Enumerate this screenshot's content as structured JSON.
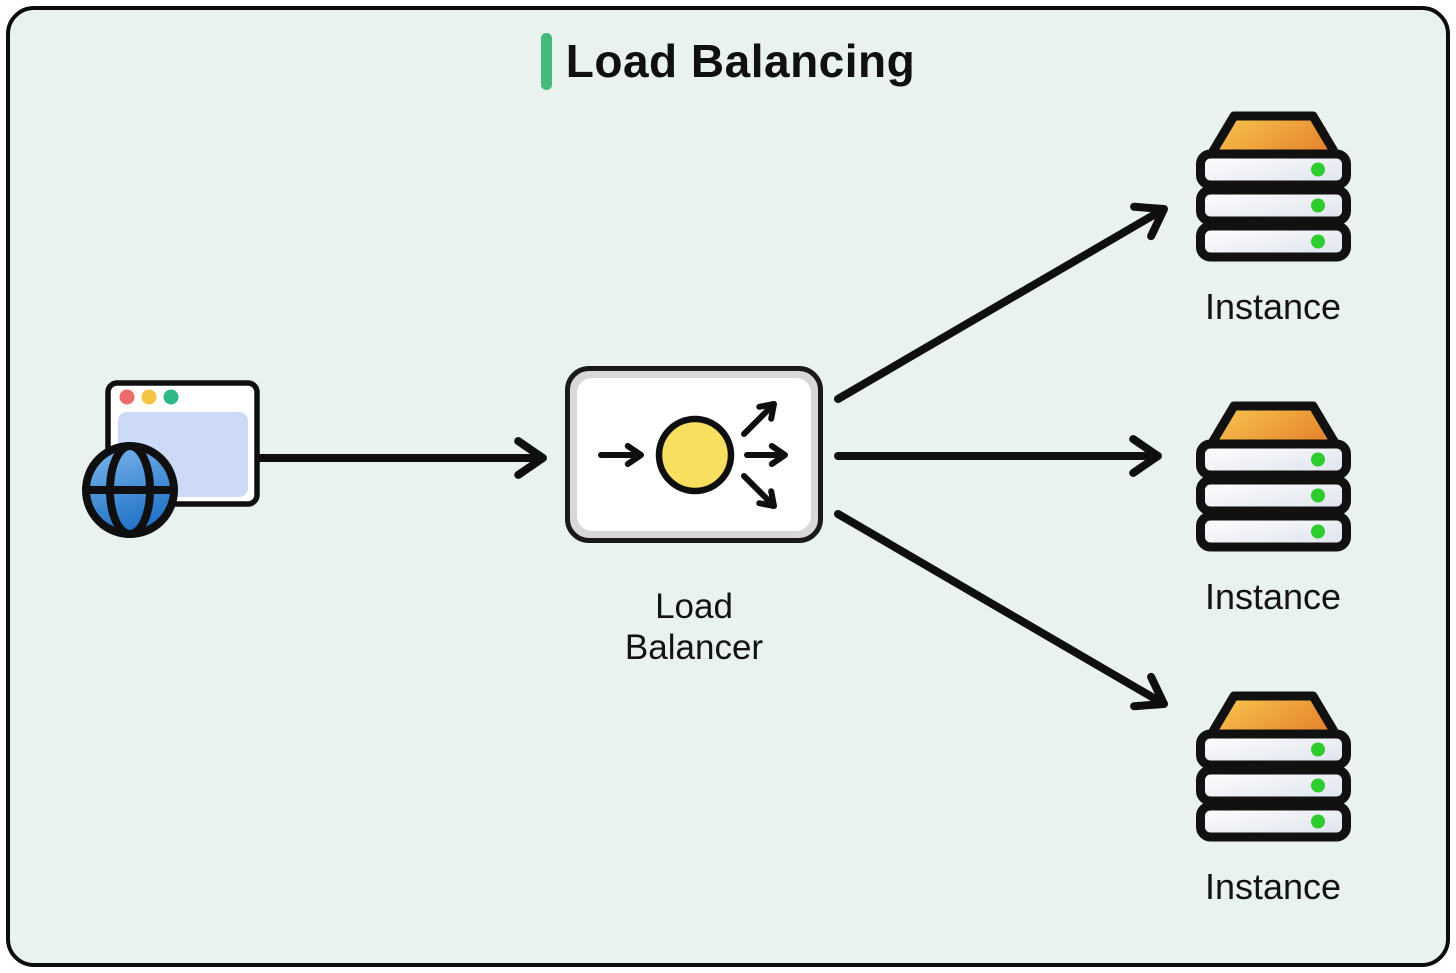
{
  "title": {
    "text": "Load Balancing"
  },
  "client": {
    "icon": "browser-with-globe"
  },
  "load_balancer": {
    "label": "Load Balancer"
  },
  "instances": [
    {
      "label": "Instance",
      "status_dots": 3
    },
    {
      "label": "Instance",
      "status_dots": 3
    },
    {
      "label": "Instance",
      "status_dots": 3
    }
  ],
  "colors": {
    "canvas_background": "#e9f2ee",
    "outline_black": "#0f0f0f",
    "accent_green": "#44ba7d",
    "lb_circle_yellow": "#f9df60",
    "server_top_orange_gradient": [
      "#f8ca52",
      "#e6872e"
    ],
    "server_slab_gradient": [
      "#ffffff",
      "#dde2ec"
    ],
    "status_dot_green": "#2ecc2e",
    "globe_blue_gradient": [
      "#7fb8ec",
      "#2273c8"
    ],
    "browser_traffic_dots": [
      "#ee6b6b",
      "#f5c444",
      "#2eb885"
    ],
    "browser_content_blue": "#ccd9f7"
  }
}
